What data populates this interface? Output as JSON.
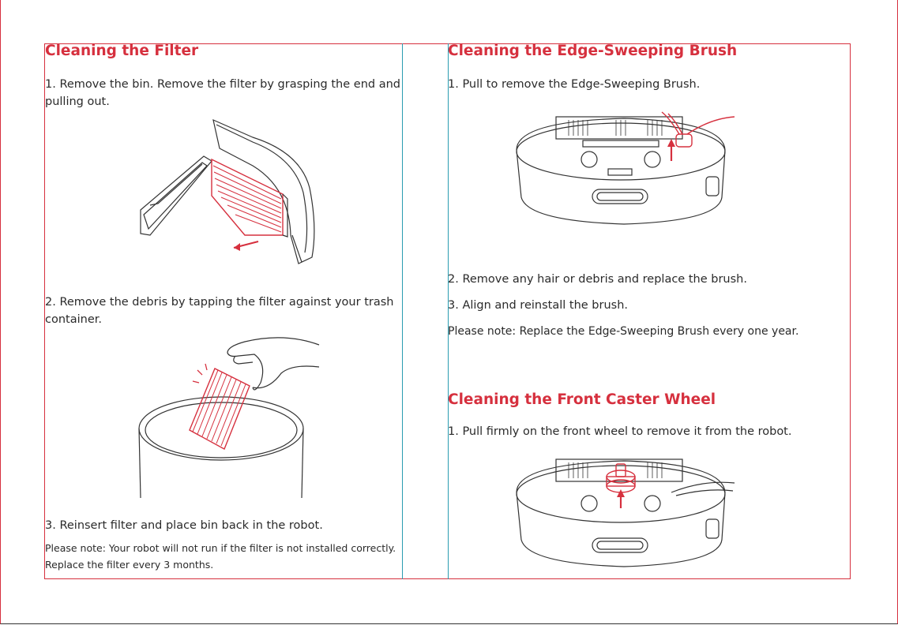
{
  "left": {
    "heading": "Cleaning the Filter",
    "step1": "1. Remove the bin. Remove the filter by grasping the end and pulling out.",
    "step2": "2. Remove the debris by tapping the filter against your trash container.",
    "step3": "3. Reinsert filter and place bin back in the robot.",
    "note_line1": "Please note: Your robot will not run if the filter is not installed correctly.",
    "note_line2": "Replace the filter every 3 months."
  },
  "right_top": {
    "heading": "Cleaning the Edge-Sweeping Brush",
    "step1": "1. Pull to remove the Edge-Sweeping Brush.",
    "step2": "2. Remove any hair or debris and replace the brush.",
    "step3": "3. Align and reinstall the brush.",
    "note": "Please note: Replace the Edge-Sweeping Brush every one year."
  },
  "right_bottom": {
    "heading": "Cleaning the Front Caster Wheel",
    "step1": "1. Pull firmly on the front wheel to remove it from the robot."
  },
  "colors": {
    "accent": "#d6303e",
    "guide": "#2a9cb0",
    "text": "#2a2a2a"
  }
}
